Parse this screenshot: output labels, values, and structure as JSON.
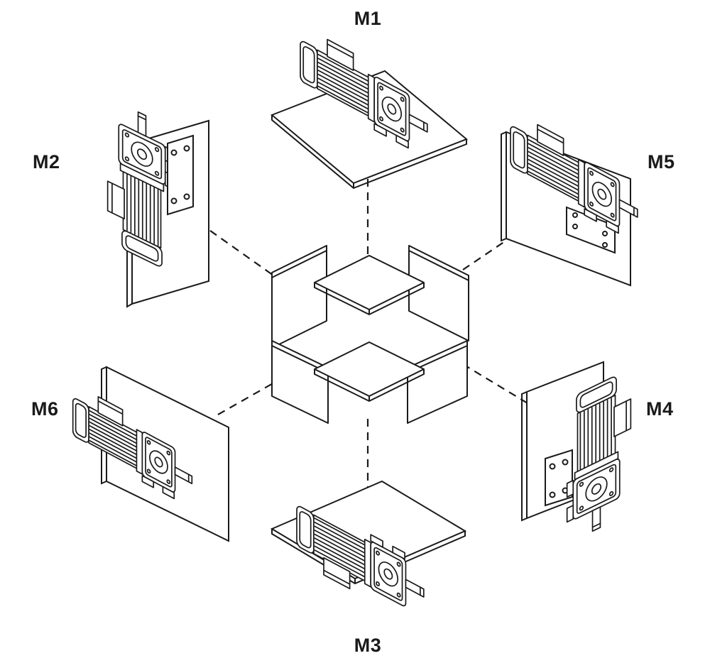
{
  "figure": {
    "type": "technical-diagram",
    "subject": "gearmotor-mounting-positions",
    "labels": {
      "m1": "M1",
      "m2": "M2",
      "m3": "M3",
      "m4": "M4",
      "m5": "M5",
      "m6": "M6"
    },
    "colors": {
      "line": "#1a1a1a",
      "background": "#ffffff"
    }
  }
}
